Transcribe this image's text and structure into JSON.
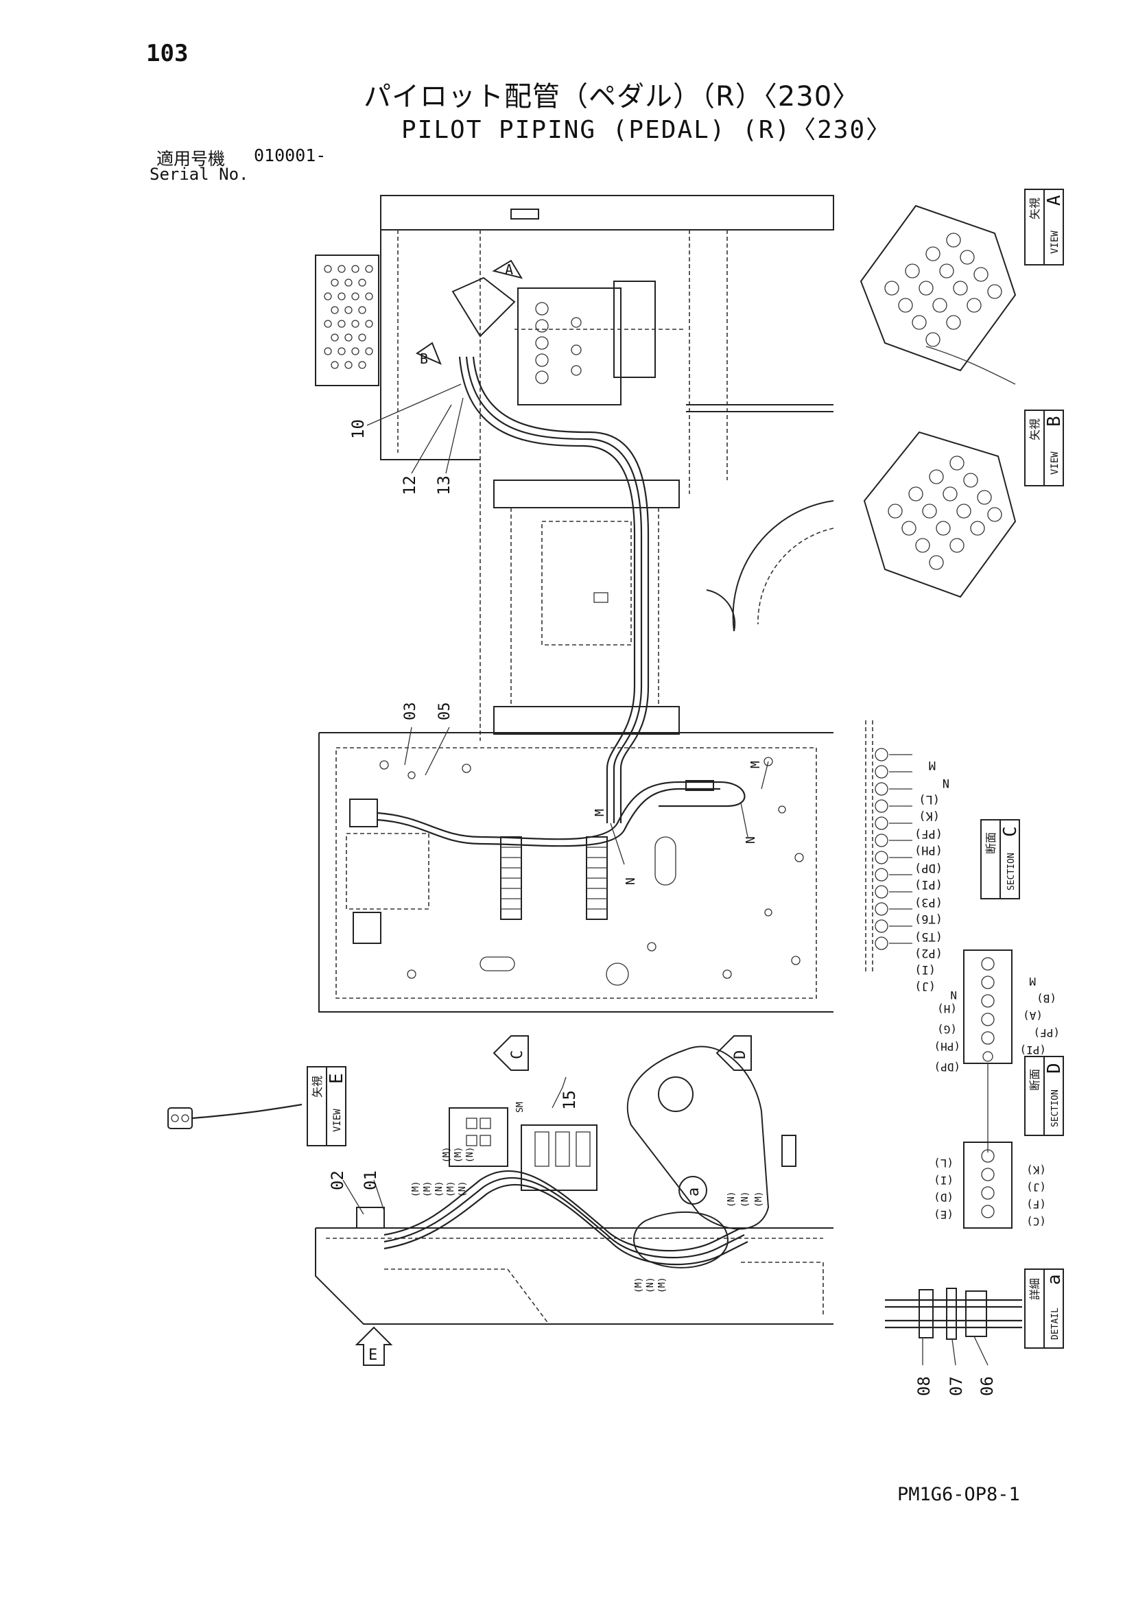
{
  "page_number": "103",
  "title_jp": "パイロット配管（ペダル）（R）〈230〉",
  "title_en": "PILOT PIPING (PEDAL) (R)〈230〉",
  "serial_label_jp": "適用号機",
  "serial_value": "010001-",
  "serial_label_en": "Serial No.",
  "drawing_code": "PM1G6-OP8-1",
  "view_labels": {
    "view_a": {
      "jp": "矢視",
      "en": "VIEW",
      "letter": "A"
    },
    "view_b": {
      "jp": "矢視",
      "en": "VIEW",
      "letter": "B"
    },
    "view_e": {
      "jp": "矢視",
      "en": "VIEW",
      "letter": "E"
    },
    "section_c": {
      "jp": "断面",
      "en": "SECTION",
      "letter": "C"
    },
    "section_d": {
      "jp": "断面",
      "en": "SECTION",
      "letter": "D"
    },
    "detail_a": {
      "jp": "詳細",
      "en": "DETAIL",
      "letter": "a"
    }
  },
  "arrow_markers": {
    "a": "A",
    "b": "B",
    "c": "C",
    "d": "D",
    "e": "E",
    "detail": "a"
  },
  "part_numbers": [
    "10",
    "12",
    "13",
    "03",
    "05",
    "15",
    "02",
    "01",
    "08",
    "07",
    "06"
  ],
  "section_c_labels": [
    "M",
    "N",
    "(L)",
    "(K)",
    "(PF)",
    "(PH)",
    "(DP)",
    "(PI)",
    "(P3)",
    "(T6)",
    "(T5)",
    "(P2)",
    "(I)",
    "(J)"
  ],
  "section_d_left_labels": [
    "N",
    "(H)",
    "(G)",
    "(PH)",
    "(DP)"
  ],
  "section_d_right_labels": [
    "M",
    "(B)",
    "(A)",
    "(PF)",
    "(PI)"
  ],
  "section_d_lower_left_labels": [
    "(L)",
    "(I)",
    "(D)",
    "(E)"
  ],
  "section_d_lower_right_labels": [
    "(K)",
    "(J)",
    "(F)",
    "(C)"
  ],
  "hose_marks": {
    "m": "M",
    "n": "N",
    "pm": "(M)",
    "pn": "(N)",
    "sm": "SM"
  }
}
